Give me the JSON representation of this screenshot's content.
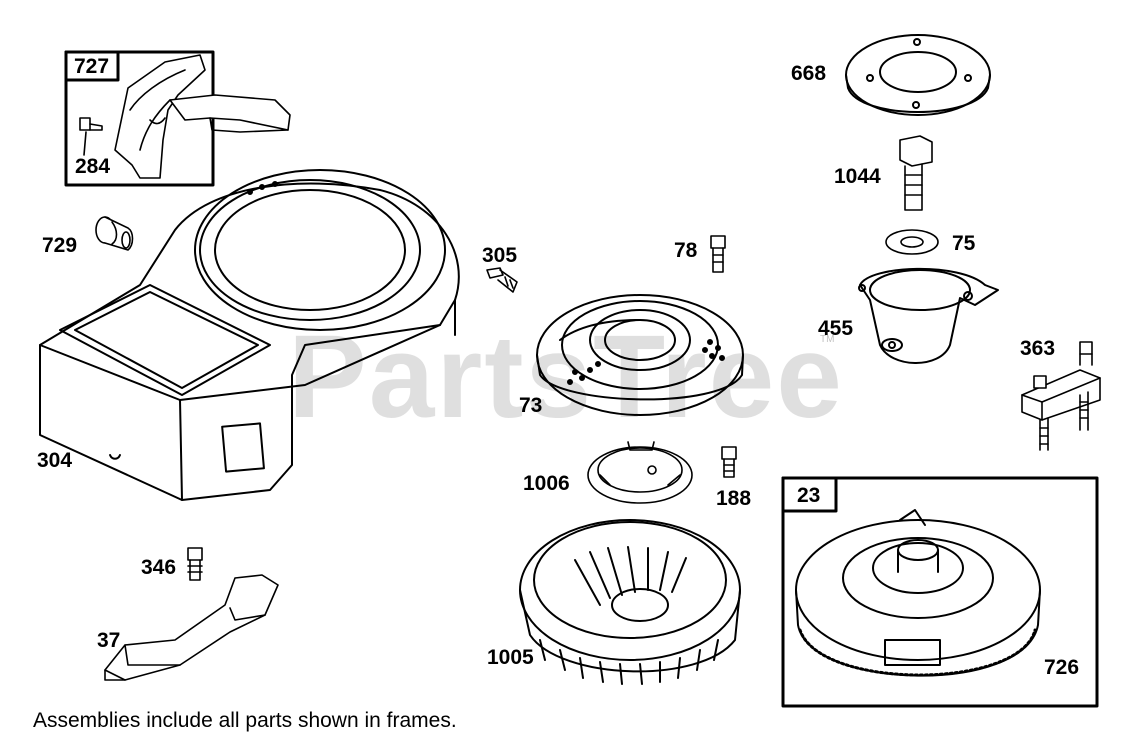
{
  "watermark": {
    "text": "PartsTree",
    "tm": "TM"
  },
  "footnote": "Assemblies include all parts shown in frames.",
  "frames": [
    {
      "id": "727"
    },
    {
      "id": "23"
    }
  ],
  "parts": [
    {
      "id": "284"
    },
    {
      "id": "729"
    },
    {
      "id": "304"
    },
    {
      "id": "346"
    },
    {
      "id": "37"
    },
    {
      "id": "305"
    },
    {
      "id": "78"
    },
    {
      "id": "73"
    },
    {
      "id": "1006"
    },
    {
      "id": "188"
    },
    {
      "id": "1005"
    },
    {
      "id": "668"
    },
    {
      "id": "1044"
    },
    {
      "id": "75"
    },
    {
      "id": "455"
    },
    {
      "id": "363"
    },
    {
      "id": "726"
    }
  ]
}
